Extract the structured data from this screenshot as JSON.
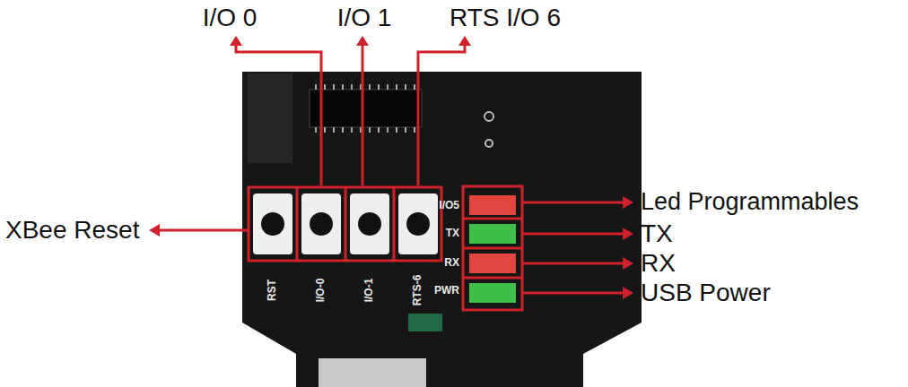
{
  "diagram": {
    "labels": [
      "I/O 0",
      "I/O 1",
      "RTS I/O 6",
      "XBee Reset",
      "Led Programmables",
      "TX",
      "RX",
      "USB Power",
      "RST",
      "I/O-0",
      "I/O-1",
      "RTS-6",
      "I/O5",
      "TX",
      "RX",
      "PWR"
    ]
  }
}
